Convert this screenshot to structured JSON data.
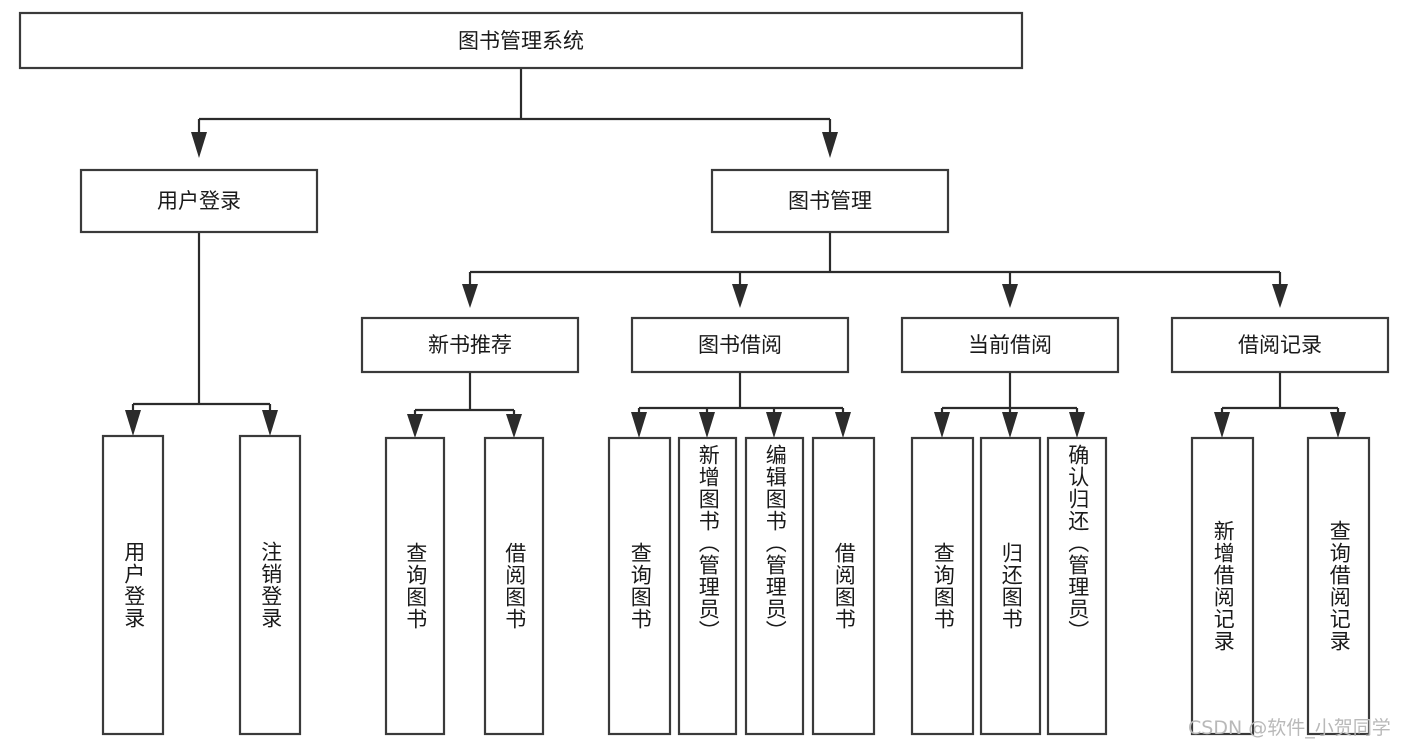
{
  "diagram": {
    "title": "图书管理系统",
    "type": "tree",
    "watermark": "CSDN @软件_小贺同学",
    "colors": {
      "box_stroke": "#3a3a3a",
      "connector": "#2b2b2b",
      "box_fill": "#ffffff",
      "text": "#1a1a1a",
      "watermark": "#b9b9b9",
      "background": "#ffffff"
    },
    "root": {
      "label": "图书管理系统"
    },
    "level2": [
      {
        "label": "用户登录"
      },
      {
        "label": "图书管理"
      }
    ],
    "level3": [
      {
        "label": "新书推荐"
      },
      {
        "label": "图书借阅"
      },
      {
        "label": "当前借阅"
      },
      {
        "label": "借阅记录"
      }
    ],
    "leaves": {
      "user_login": [
        {
          "label": "用户登录"
        },
        {
          "label": "注销登录"
        }
      ],
      "new_book_recommend": [
        {
          "label": "查询图书"
        },
        {
          "label": "借阅图书"
        }
      ],
      "book_borrow": [
        {
          "label": "查询图书"
        },
        {
          "label": "新增图书（管理员）"
        },
        {
          "label": "编辑图书（管理员）"
        },
        {
          "label": "借阅图书"
        }
      ],
      "current_borrow": [
        {
          "label": "查询图书"
        },
        {
          "label": "归还图书"
        },
        {
          "label": "确认归还（管理员）"
        }
      ],
      "borrow_records": [
        {
          "label": "新增借阅记录"
        },
        {
          "label": "查询借阅记录"
        }
      ]
    }
  }
}
